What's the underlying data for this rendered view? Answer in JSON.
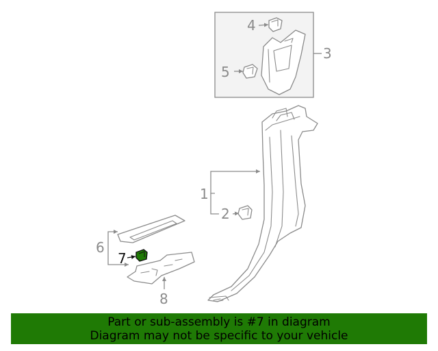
{
  "callouts": {
    "c1": "1",
    "c2": "2",
    "c3": "3",
    "c4": "4",
    "c5": "5",
    "c6": "6",
    "c7": "7",
    "c8": "8"
  },
  "highlight": {
    "part_number": "7",
    "color": "#1f7a05"
  },
  "banner": {
    "line1": "Part or sub-assembly is #7 in diagram",
    "line2": "Diagram may not be specific to your vehicle"
  }
}
